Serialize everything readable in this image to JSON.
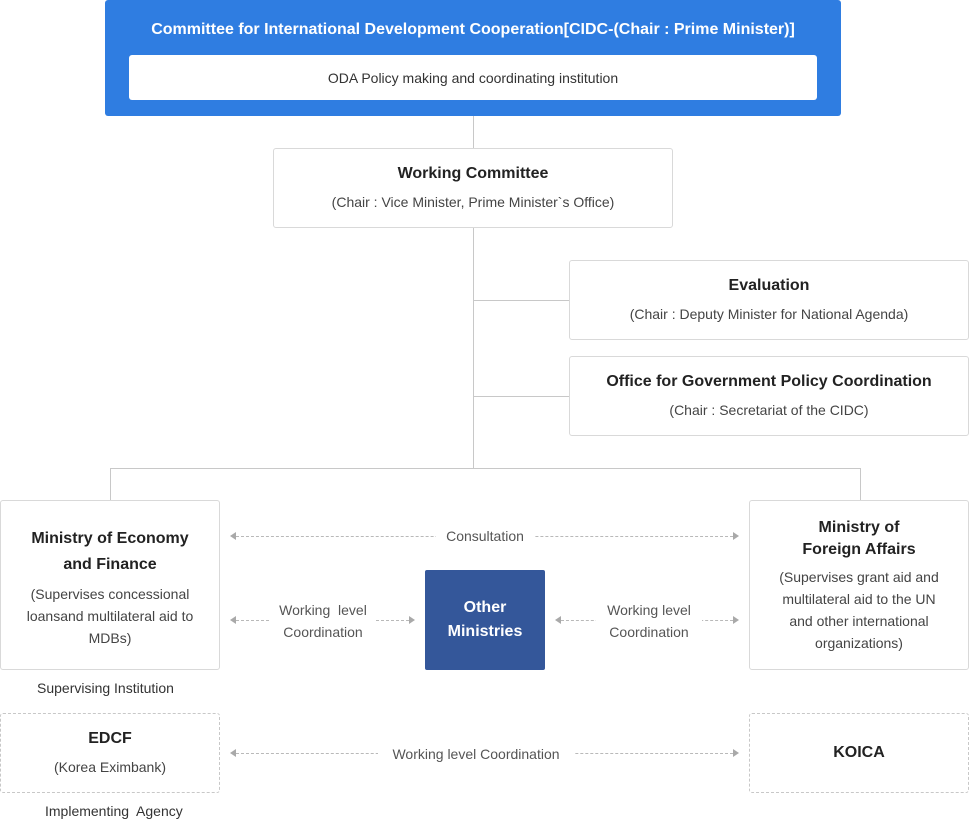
{
  "cidc": {
    "title": "Committee for International Development Cooperation[CIDC-(Chair : Prime Minister)]",
    "description": "ODA Policy making and coordinating institution"
  },
  "working_committee": {
    "title": "Working Committee",
    "chair": "(Chair : Vice Minister, Prime Minister`s Office)"
  },
  "evaluation": {
    "title": "Evaluation",
    "chair": "(Chair : Deputy Minister for National Agenda)"
  },
  "office_policy": {
    "title": "Office for Government Policy Coordination",
    "chair": "(Chair : Secretariat of the CIDC)"
  },
  "mef": {
    "title_line1": "Ministry of Economy",
    "title_line2": "and Finance",
    "desc_line1": "(Supervises concessional",
    "desc_line2": "loansand multilateral aid to",
    "desc_line3": "MDBs)"
  },
  "mofa": {
    "title_line1": "Ministry of",
    "title_line2": "Foreign Affairs",
    "desc_line1": "(Supervises grant aid and",
    "desc_line2": "multilateral aid to the UN",
    "desc_line3": "and other international",
    "desc_line4": "organizations)"
  },
  "other_ministries": {
    "line1": "Other",
    "line2": "Ministries"
  },
  "links": {
    "consultation": "Consultation",
    "working_level_left_1": "Working  level",
    "working_level_left_2": "Coordination",
    "working_level_right_1": "Working level",
    "working_level_right_2": "Coordination",
    "working_level_bottom": "Working level Coordination"
  },
  "captions": {
    "supervising": "Supervising Institution",
    "implementing": "Implementing  Agency"
  },
  "edcf": {
    "title": "EDCF",
    "sub": "(Korea Eximbank)"
  },
  "koica": {
    "title": "KOICA"
  },
  "colors": {
    "cidc_blue": "#2f7de1",
    "other_ministries_navy": "#34579a",
    "connector_gray": "#c8c8c8"
  }
}
